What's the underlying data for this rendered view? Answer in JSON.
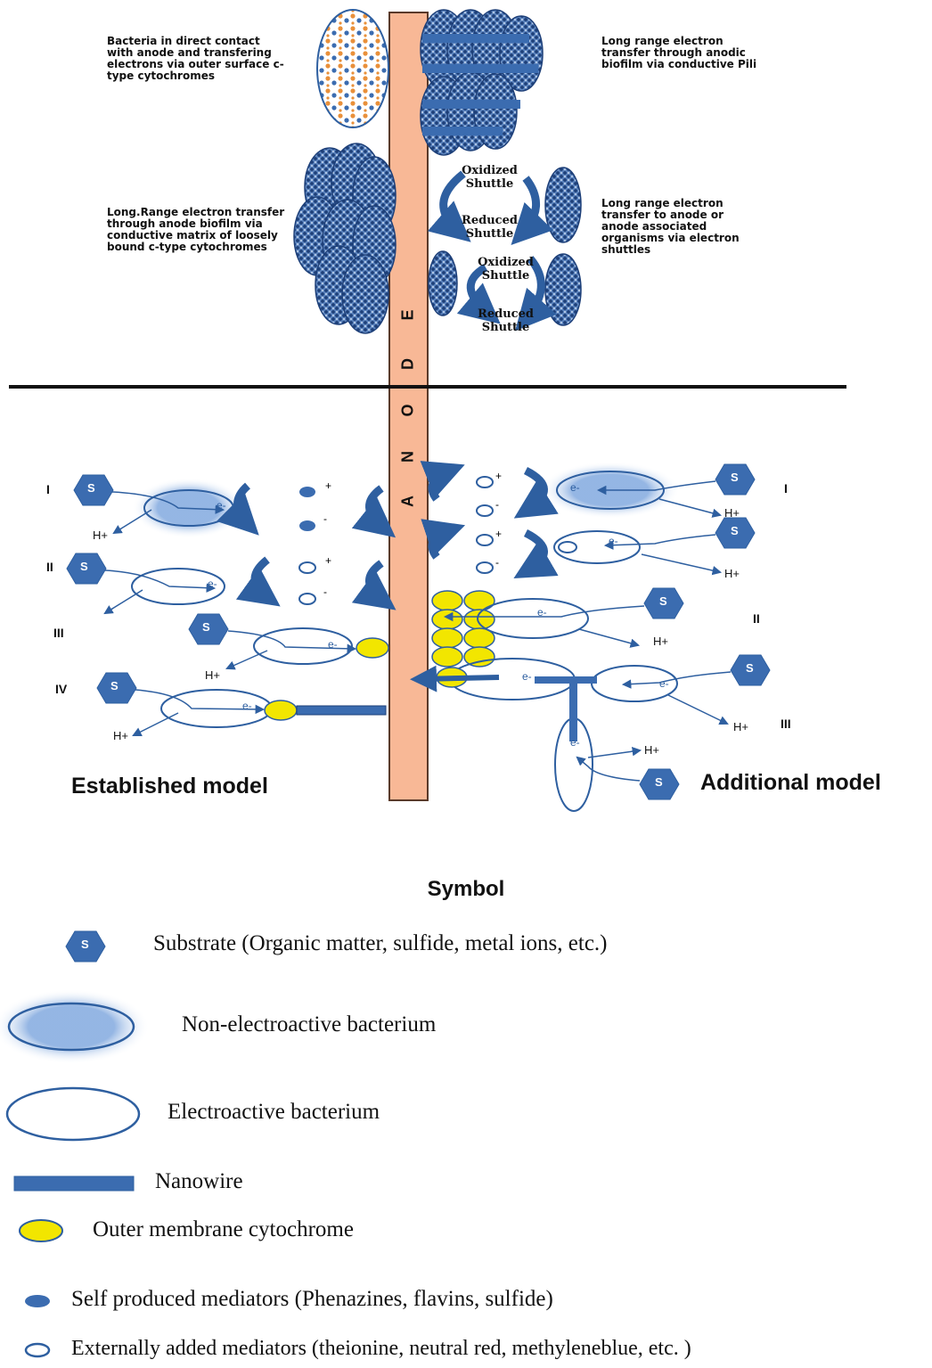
{
  "top_notes": {
    "direct_contact": "Bacteria in direct contact with anode and transfering electrons via outer surface c-type cytochromes",
    "pili": "Long range electron transfer through anodic biofilm via conductive Pili",
    "matrix": "Long.Range electron transfer through anode biofilm via conductive matrix of loosely bound c-type cytochromes",
    "shuttles": "Long range electron transfer to anode or anode associated organisms via electron shuttles"
  },
  "shuttle_labels": {
    "oxidized_1": "Oxidized Shuttle",
    "reduced_1": "Reduced Shuttle",
    "oxidized_2": "Oxidized Shuttle",
    "reduced_2": "Reduced Shuttle"
  },
  "anode": {
    "letters": [
      "A",
      "N",
      "O",
      "D",
      "E"
    ],
    "fill_color": "#f8b896",
    "border_color": "#5a3a2a"
  },
  "established": {
    "title": "Established model",
    "numerals": [
      "I",
      "II",
      "III",
      "IV"
    ]
  },
  "additional": {
    "title": "Additional model",
    "numerals": [
      "I",
      "II",
      "III"
    ]
  },
  "labels": {
    "substrate_symbol": "S",
    "electron": "e-",
    "proton": "H+",
    "plus": "+",
    "minus": "-"
  },
  "legend": {
    "title": "Symbol",
    "items": [
      {
        "icon": "substrate-hexagon-icon",
        "text": "Substrate (Organic matter, sulfide, metal ions, etc.)"
      },
      {
        "icon": "non-electroactive-bacterium-icon",
        "text": "Non-electroactive bacterium"
      },
      {
        "icon": "electroactive-bacterium-icon",
        "text": "Electroactive bacterium"
      },
      {
        "icon": "nanowire-icon",
        "text": "Nanowire"
      },
      {
        "icon": "outer-membrane-cytochrome-icon",
        "text": "Outer membrane cytochrome"
      },
      {
        "icon": "self-produced-mediator-icon",
        "text": "Self produced mediators (Phenazines, flavins, sulfide)"
      },
      {
        "icon": "externally-added-mediator-icon",
        "text": "Externally added mediators (theionine, neutral red, methyleneblue, etc. )"
      }
    ]
  },
  "colors": {
    "blue": "#2e5fa0",
    "blue_fill": "#3b6cb0",
    "cytochrome": "#f2e600",
    "halo": "#a9c6ec"
  }
}
